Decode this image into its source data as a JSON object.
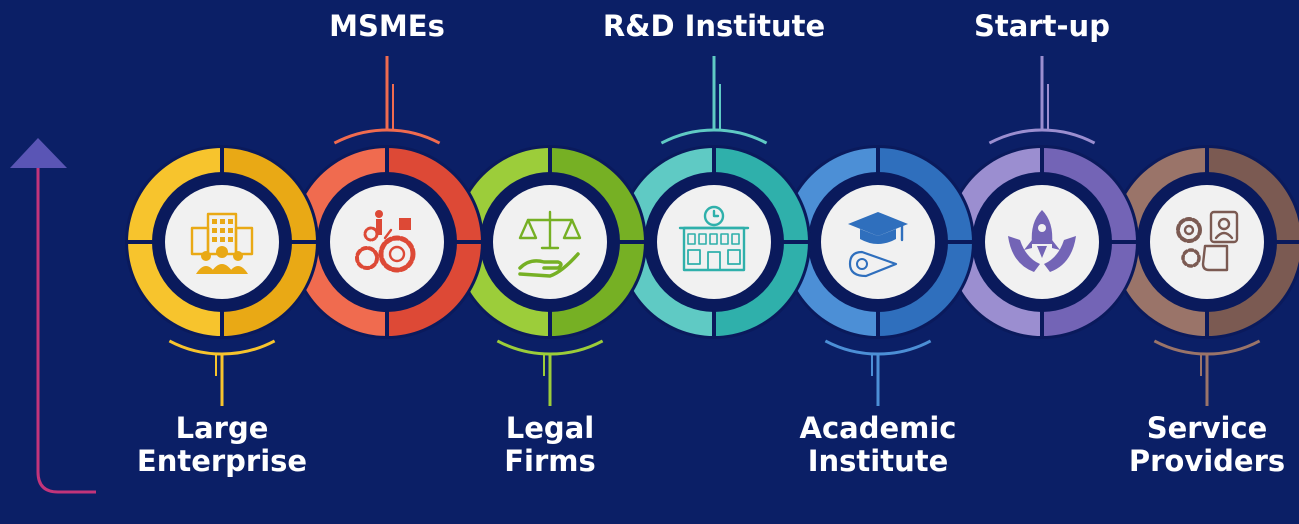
{
  "colors": {
    "background": "#0b1f66",
    "ring_dark": "#0a1a5c",
    "disc": "#f1f1f1",
    "arrow": "#c2347a",
    "arrow_head": "#5a55b5"
  },
  "stages": [
    {
      "id": "large-enterprise",
      "label_lines": [
        "Large",
        "Enterprise"
      ],
      "label_position": "below",
      "color_light": "#f7c42d",
      "color_dark": "#e9a915",
      "icon": "office-buildings-with-people-icon"
    },
    {
      "id": "msmes",
      "label_lines": [
        "MSMEs"
      ],
      "label_position": "above",
      "color_light": "#f06b4f",
      "color_dark": "#dd4936",
      "icon": "gears-and-workers-icon"
    },
    {
      "id": "legal-firms",
      "label_lines": [
        "Legal",
        "Firms"
      ],
      "label_position": "below",
      "color_light": "#9ccd3a",
      "color_dark": "#76b024",
      "icon": "scales-of-justice-on-hand-icon"
    },
    {
      "id": "rd-institute",
      "label_lines": [
        "R&D Institute"
      ],
      "label_position": "above",
      "color_light": "#5fcac4",
      "color_dark": "#2fb0ab",
      "icon": "institute-building-with-clock-icon"
    },
    {
      "id": "academic-institute",
      "label_lines": [
        "Academic",
        "Institute"
      ],
      "label_position": "below",
      "color_light": "#4c8fd6",
      "color_dark": "#2f6fbd",
      "icon": "graduation-cap-and-diploma-icon"
    },
    {
      "id": "start-up",
      "label_lines": [
        "Start-up"
      ],
      "label_position": "above",
      "color_light": "#9b8ed0",
      "color_dark": "#7364b6",
      "icon": "rocket-in-hands-icon"
    },
    {
      "id": "service-providers",
      "label_lines": [
        "Service",
        "Providers"
      ],
      "label_position": "below",
      "color_light": "#9a7469",
      "color_dark": "#7b5a52",
      "icon": "gears-and-support-agent-icon"
    }
  ]
}
